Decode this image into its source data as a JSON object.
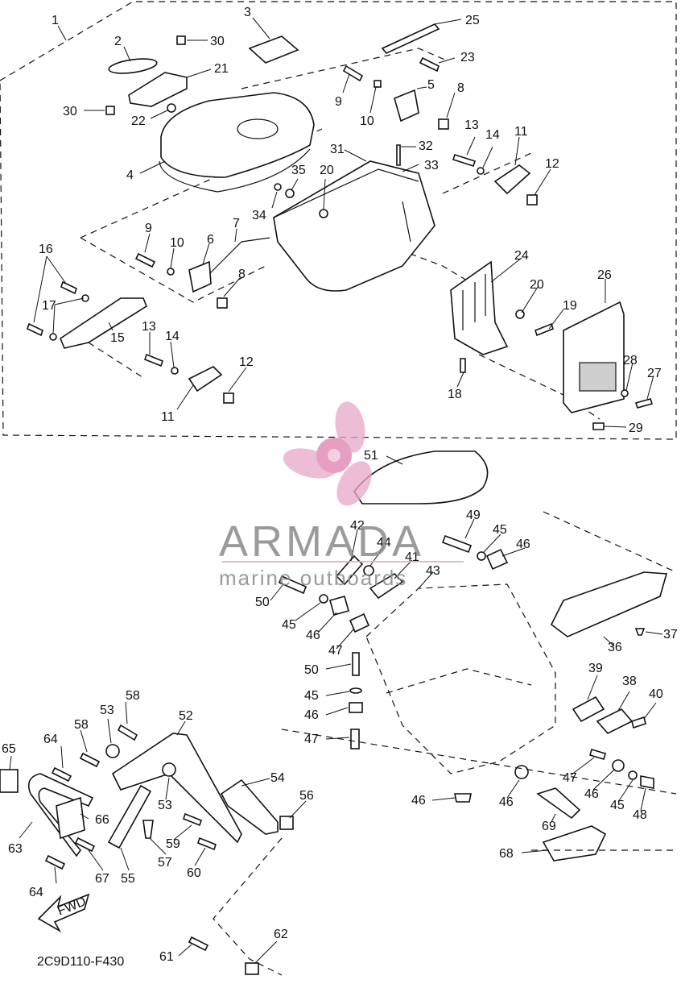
{
  "diagram": {
    "code": "2C9D110-F430",
    "fwd_label": "FWD",
    "callouts": [
      {
        "id": "c1",
        "text": "1"
      },
      {
        "id": "c2",
        "text": "2"
      },
      {
        "id": "c3",
        "text": "3"
      },
      {
        "id": "c4",
        "text": "4"
      },
      {
        "id": "c5",
        "text": "5"
      },
      {
        "id": "c6",
        "text": "6"
      },
      {
        "id": "c7",
        "text": "7"
      },
      {
        "id": "c8a",
        "text": "8"
      },
      {
        "id": "c8b",
        "text": "8"
      },
      {
        "id": "c9a",
        "text": "9"
      },
      {
        "id": "c9b",
        "text": "9"
      },
      {
        "id": "c10a",
        "text": "10"
      },
      {
        "id": "c10b",
        "text": "10"
      },
      {
        "id": "c11a",
        "text": "11"
      },
      {
        "id": "c11b",
        "text": "11"
      },
      {
        "id": "c12a",
        "text": "12"
      },
      {
        "id": "c12b",
        "text": "12"
      },
      {
        "id": "c13a",
        "text": "13"
      },
      {
        "id": "c13b",
        "text": "13"
      },
      {
        "id": "c14a",
        "text": "14"
      },
      {
        "id": "c14b",
        "text": "14"
      },
      {
        "id": "c15",
        "text": "15"
      },
      {
        "id": "c16",
        "text": "16"
      },
      {
        "id": "c17",
        "text": "17"
      },
      {
        "id": "c18",
        "text": "18"
      },
      {
        "id": "c19",
        "text": "19"
      },
      {
        "id": "c20a",
        "text": "20"
      },
      {
        "id": "c20b",
        "text": "20"
      },
      {
        "id": "c21",
        "text": "21"
      },
      {
        "id": "c22",
        "text": "22"
      },
      {
        "id": "c23",
        "text": "23"
      },
      {
        "id": "c24",
        "text": "24"
      },
      {
        "id": "c25",
        "text": "25"
      },
      {
        "id": "c26",
        "text": "26"
      },
      {
        "id": "c27",
        "text": "27"
      },
      {
        "id": "c28",
        "text": "28"
      },
      {
        "id": "c29",
        "text": "29"
      },
      {
        "id": "c30a",
        "text": "30"
      },
      {
        "id": "c30b",
        "text": "30"
      },
      {
        "id": "c31",
        "text": "31"
      },
      {
        "id": "c32",
        "text": "32"
      },
      {
        "id": "c33",
        "text": "33"
      },
      {
        "id": "c34",
        "text": "34"
      },
      {
        "id": "c35",
        "text": "35"
      },
      {
        "id": "c36",
        "text": "36"
      },
      {
        "id": "c37",
        "text": "37"
      },
      {
        "id": "c38",
        "text": "38"
      },
      {
        "id": "c39",
        "text": "39"
      },
      {
        "id": "c40",
        "text": "40"
      },
      {
        "id": "c41",
        "text": "41"
      },
      {
        "id": "c42",
        "text": "42"
      },
      {
        "id": "c43",
        "text": "43"
      },
      {
        "id": "c44",
        "text": "44"
      },
      {
        "id": "c45a",
        "text": "45"
      },
      {
        "id": "c45b",
        "text": "45"
      },
      {
        "id": "c45c",
        "text": "45"
      },
      {
        "id": "c45d",
        "text": "45"
      },
      {
        "id": "c46a",
        "text": "46"
      },
      {
        "id": "c46b",
        "text": "46"
      },
      {
        "id": "c46c",
        "text": "46"
      },
      {
        "id": "c46d",
        "text": "46"
      },
      {
        "id": "c46e",
        "text": "46"
      },
      {
        "id": "c46f",
        "text": "46"
      },
      {
        "id": "c47a",
        "text": "47"
      },
      {
        "id": "c47b",
        "text": "47"
      },
      {
        "id": "c47c",
        "text": "47"
      },
      {
        "id": "c48",
        "text": "48"
      },
      {
        "id": "c49",
        "text": "49"
      },
      {
        "id": "c50a",
        "text": "50"
      },
      {
        "id": "c50b",
        "text": "50"
      },
      {
        "id": "c51",
        "text": "51"
      },
      {
        "id": "c52",
        "text": "52"
      },
      {
        "id": "c53a",
        "text": "53"
      },
      {
        "id": "c53b",
        "text": "53"
      },
      {
        "id": "c54",
        "text": "54"
      },
      {
        "id": "c55",
        "text": "55"
      },
      {
        "id": "c56",
        "text": "56"
      },
      {
        "id": "c57",
        "text": "57"
      },
      {
        "id": "c58a",
        "text": "58"
      },
      {
        "id": "c58b",
        "text": "58"
      },
      {
        "id": "c59",
        "text": "59"
      },
      {
        "id": "c60",
        "text": "60"
      },
      {
        "id": "c61",
        "text": "61"
      },
      {
        "id": "c62",
        "text": "62"
      },
      {
        "id": "c63",
        "text": "63"
      },
      {
        "id": "c64a",
        "text": "64"
      },
      {
        "id": "c64b",
        "text": "64"
      },
      {
        "id": "c65",
        "text": "65"
      },
      {
        "id": "c66",
        "text": "66"
      },
      {
        "id": "c67",
        "text": "67"
      },
      {
        "id": "c68",
        "text": "68"
      },
      {
        "id": "c69",
        "text": "69"
      }
    ]
  },
  "watermark": {
    "brand": "ARMADA",
    "tagline": "marine outboards",
    "icon": "propeller-icon",
    "accent_color": "#e8a9c9",
    "text_color": "#8a8a8a"
  }
}
